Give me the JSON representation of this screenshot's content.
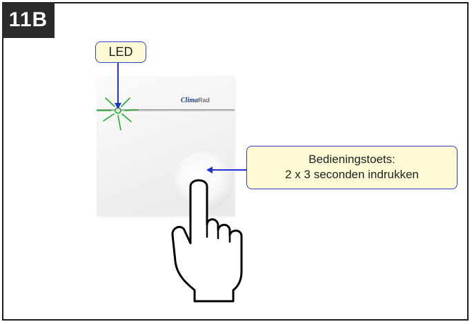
{
  "step_label": "11B",
  "device": {
    "brand_part1": "Clima",
    "brand_part2": "Rad"
  },
  "labels": {
    "led": "LED",
    "key_line1": "Bedieningstoets:",
    "key_line2": "2 x 3 seconden indrukken"
  },
  "colors": {
    "callout_fill": "#fdfbd5",
    "callout_border": "#2e3fc2",
    "arrow": "#1f2fd0",
    "led_glow": "#1fae2a",
    "badge": "#2a2a2a"
  },
  "icons": {
    "hand": "pointing-hand-icon",
    "led_indicator": "led-glow-icon"
  }
}
